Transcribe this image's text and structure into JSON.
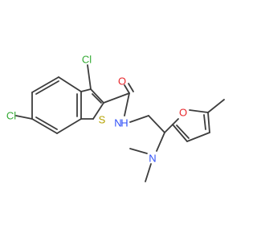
{
  "molecule": {
    "atoms": [
      {
        "id": "cl3",
        "symbol": "Cl",
        "color": "#33aa33"
      },
      {
        "id": "o_carbonyl",
        "symbol": "O",
        "color": "#e8262b"
      },
      {
        "id": "s1",
        "symbol": "S",
        "color": "#b5a200"
      },
      {
        "id": "nh",
        "symbol": "N",
        "suffix": "H",
        "color": "#3050f8"
      },
      {
        "id": "cl6",
        "symbol": "Cl",
        "color": "#33aa33"
      },
      {
        "id": "o_furan",
        "symbol": "O",
        "color": "#e8262b"
      },
      {
        "id": "n_dimethyl",
        "symbol": "N",
        "color": "#3050f8"
      }
    ],
    "bond_color": "#3c3c3c",
    "background": "#ffffff"
  }
}
